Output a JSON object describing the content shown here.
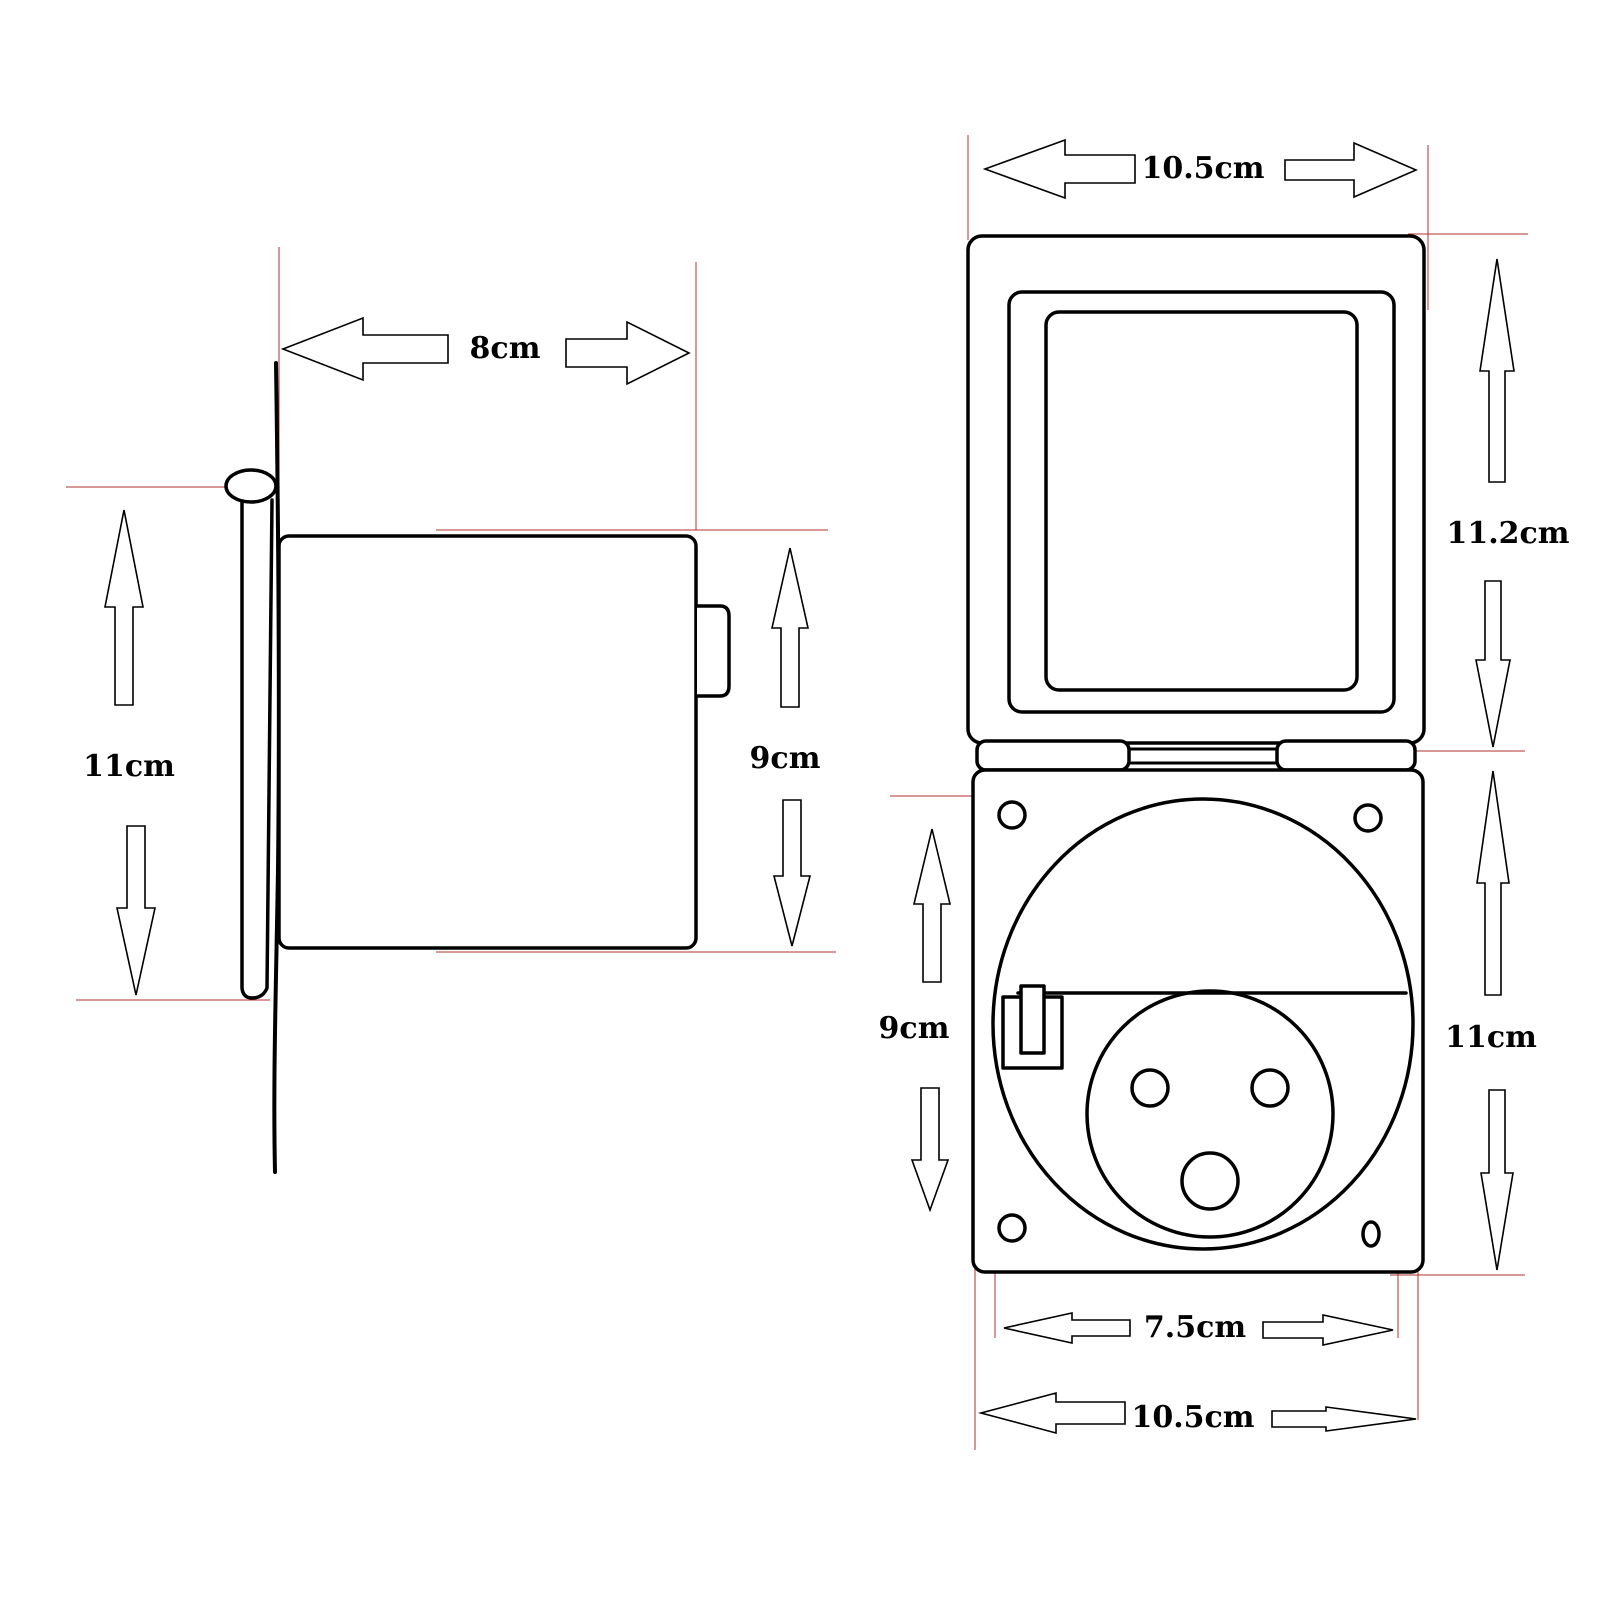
{
  "side_view": {
    "depth_label": "8cm",
    "flange_height_label": "11cm",
    "body_height_label": "9cm"
  },
  "front_view": {
    "top_width_label": "10.5cm",
    "lid_height_label": "11.2cm",
    "circle_height_label": "9cm",
    "base_height_label": "11cm",
    "circle_width_label": "7.5cm",
    "bottom_width_label": "10.5cm"
  },
  "colors": {
    "outline": "#000000",
    "guide_line": "#b03030",
    "background": "#ffffff"
  }
}
